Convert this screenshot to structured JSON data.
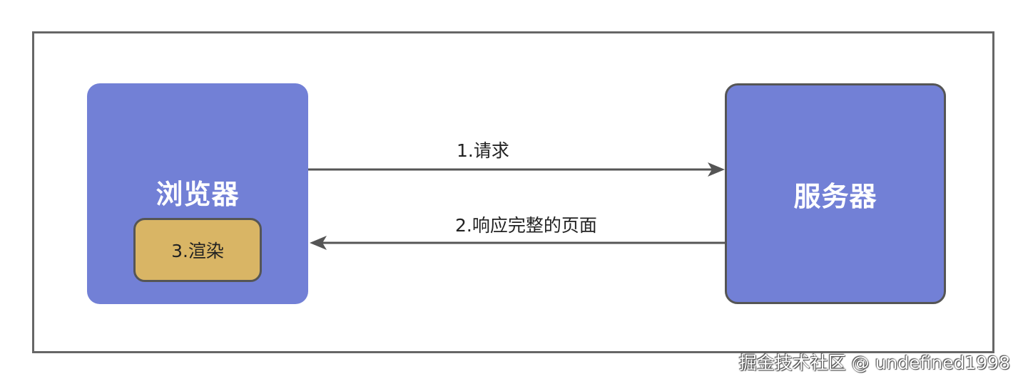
{
  "diagram": {
    "browser": {
      "label": "浏览器"
    },
    "server": {
      "label": "服务器"
    },
    "render": {
      "label": "3.渲染"
    },
    "edges": {
      "request": {
        "label": "1.请求"
      },
      "response": {
        "label": "2.响应完整的页面"
      }
    }
  },
  "colors": {
    "node_fill": "#7280d6",
    "render_fill": "#d9b565",
    "stroke": "#555555",
    "frame": "#666666"
  },
  "watermark": {
    "text": "掘金技术社区 @ undefined1998"
  }
}
